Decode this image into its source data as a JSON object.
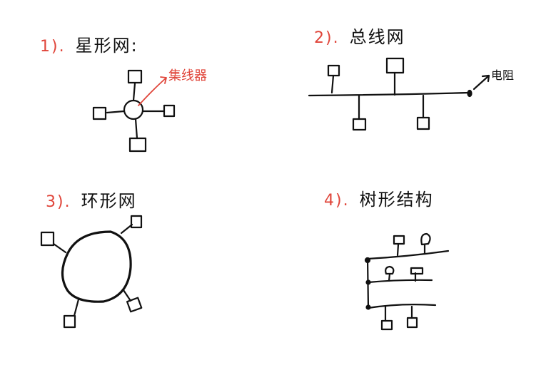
{
  "colors": {
    "ink": "#111111",
    "accent": "#e0453a",
    "background": "#ffffff"
  },
  "sections": [
    {
      "number": "1).",
      "title": "星形网:",
      "annotation": "集线器"
    },
    {
      "number": "2).",
      "title": "总线网",
      "annotation": "电阻"
    },
    {
      "number": "3).",
      "title": "环形网"
    },
    {
      "number": "4).",
      "title": "树形结构"
    }
  ]
}
